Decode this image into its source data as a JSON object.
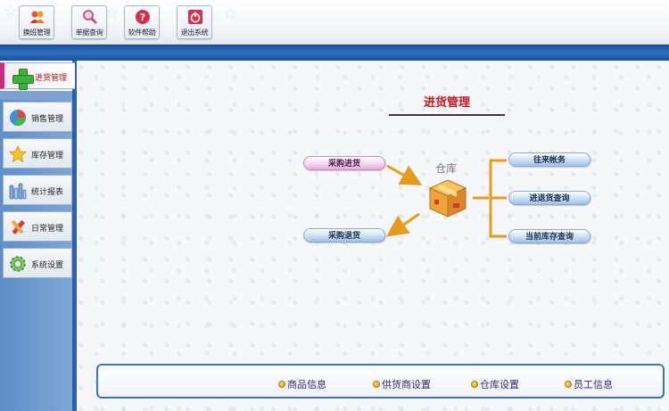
{
  "toolbar": {
    "buttons": [
      {
        "label": "换班管理",
        "icon": "user-switch-icon"
      },
      {
        "label": "单据查询",
        "icon": "magnifier-icon"
      },
      {
        "label": "软件帮助",
        "icon": "help-icon"
      },
      {
        "label": "退出系统",
        "icon": "exit-icon"
      }
    ]
  },
  "sidebar": {
    "active": {
      "label": "进货管理",
      "icon": "plus-icon"
    },
    "items": [
      {
        "label": "销售管理",
        "icon": "pie-chart-icon"
      },
      {
        "label": "库存管理",
        "icon": "star-icon"
      },
      {
        "label": "统计报表",
        "icon": "bar-chart-icon"
      },
      {
        "label": "日常管理",
        "icon": "tools-icon"
      },
      {
        "label": "系统设置",
        "icon": "gear-icon"
      }
    ]
  },
  "main": {
    "title": "进货管理",
    "warehouse_label": "仓库",
    "purchase_in": "采购进货",
    "purchase_return": "采购退货",
    "right_buttons": [
      "往来帐务",
      "进退货查询",
      "当前库存查询"
    ]
  },
  "bottom_links": [
    "商品信息",
    "供货商设置",
    "仓库设置",
    "员工信息"
  ],
  "colors": {
    "accent_blue": "#2c62aa",
    "title_red": "#c8141e",
    "arrow_orange": "#e79a1c",
    "active_pink": "#cf2a7c"
  }
}
